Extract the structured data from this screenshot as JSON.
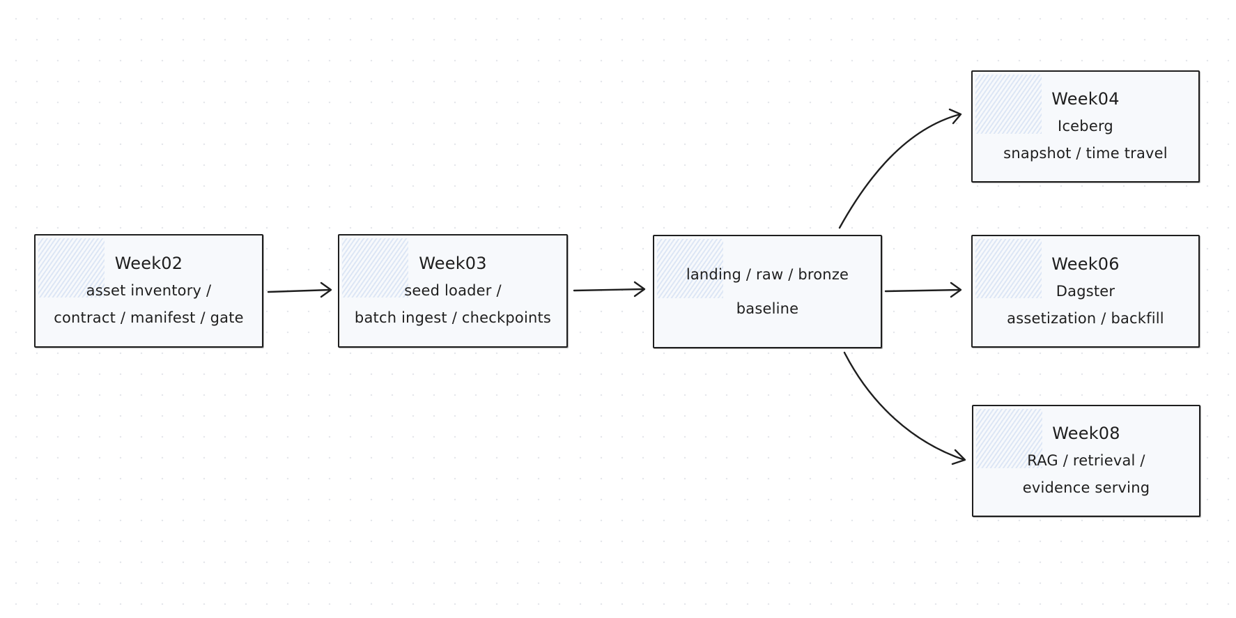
{
  "nodes": [
    {
      "id": "week02",
      "lines": [
        "Week02",
        "asset inventory /",
        "contract / manifest / gate"
      ]
    },
    {
      "id": "week03",
      "lines": [
        "Week03",
        "seed loader /",
        "batch ingest / checkpoints"
      ]
    },
    {
      "id": "landing",
      "lines": [
        "landing / raw / bronze",
        "baseline"
      ]
    },
    {
      "id": "week04",
      "lines": [
        "Week04",
        "Iceberg",
        "snapshot / time travel"
      ]
    },
    {
      "id": "week06",
      "lines": [
        "Week06",
        "Dagster",
        "assetization / backfill"
      ]
    },
    {
      "id": "week08",
      "lines": [
        "Week08",
        "RAG / retrieval /",
        "evidence serving"
      ]
    }
  ],
  "edges": [
    {
      "from": "week02",
      "to": "week03"
    },
    {
      "from": "week03",
      "to": "landing"
    },
    {
      "from": "landing",
      "to": "week04"
    },
    {
      "from": "landing",
      "to": "week06"
    },
    {
      "from": "landing",
      "to": "week08"
    }
  ],
  "colors": {
    "stroke": "#1e1e1e",
    "node_fill": "#f7f9fc",
    "hatch": "#a5bee6",
    "grid_dot": "#e3e5ea",
    "background": "#ffffff"
  }
}
